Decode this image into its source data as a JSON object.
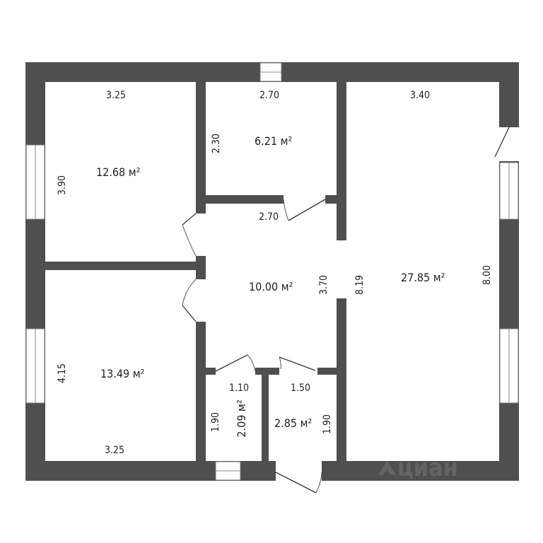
{
  "rooms": [
    {
      "name": "bedroom-left-top",
      "area": "12.68 м²",
      "width": "3.25",
      "height": "3.90"
    },
    {
      "name": "bedroom-left-bottom",
      "area": "13.49 м²",
      "width": "3.25",
      "height": "4.15"
    },
    {
      "name": "small-room-top",
      "area": "6.21 м²",
      "width": "2.70",
      "height": "2.30"
    },
    {
      "name": "hallway",
      "area": "10.00 м²",
      "width": "2.70",
      "height": "3.70"
    },
    {
      "name": "large-room",
      "area": "27.85 м²",
      "width": "3.40",
      "height_inner": "8.19",
      "height_outer": "8.00"
    },
    {
      "name": "bathroom",
      "area": "2.09 м²",
      "width": "1.10",
      "height": "1.90"
    },
    {
      "name": "toilet",
      "area": "2.85 м²",
      "width": "1.50",
      "height": "1.90"
    }
  ],
  "extra_labels": {
    "left_bottom_width": "3.25"
  },
  "watermark": "циан",
  "colors": {
    "wall": "#4f4f4f",
    "background": "#ffffff"
  }
}
